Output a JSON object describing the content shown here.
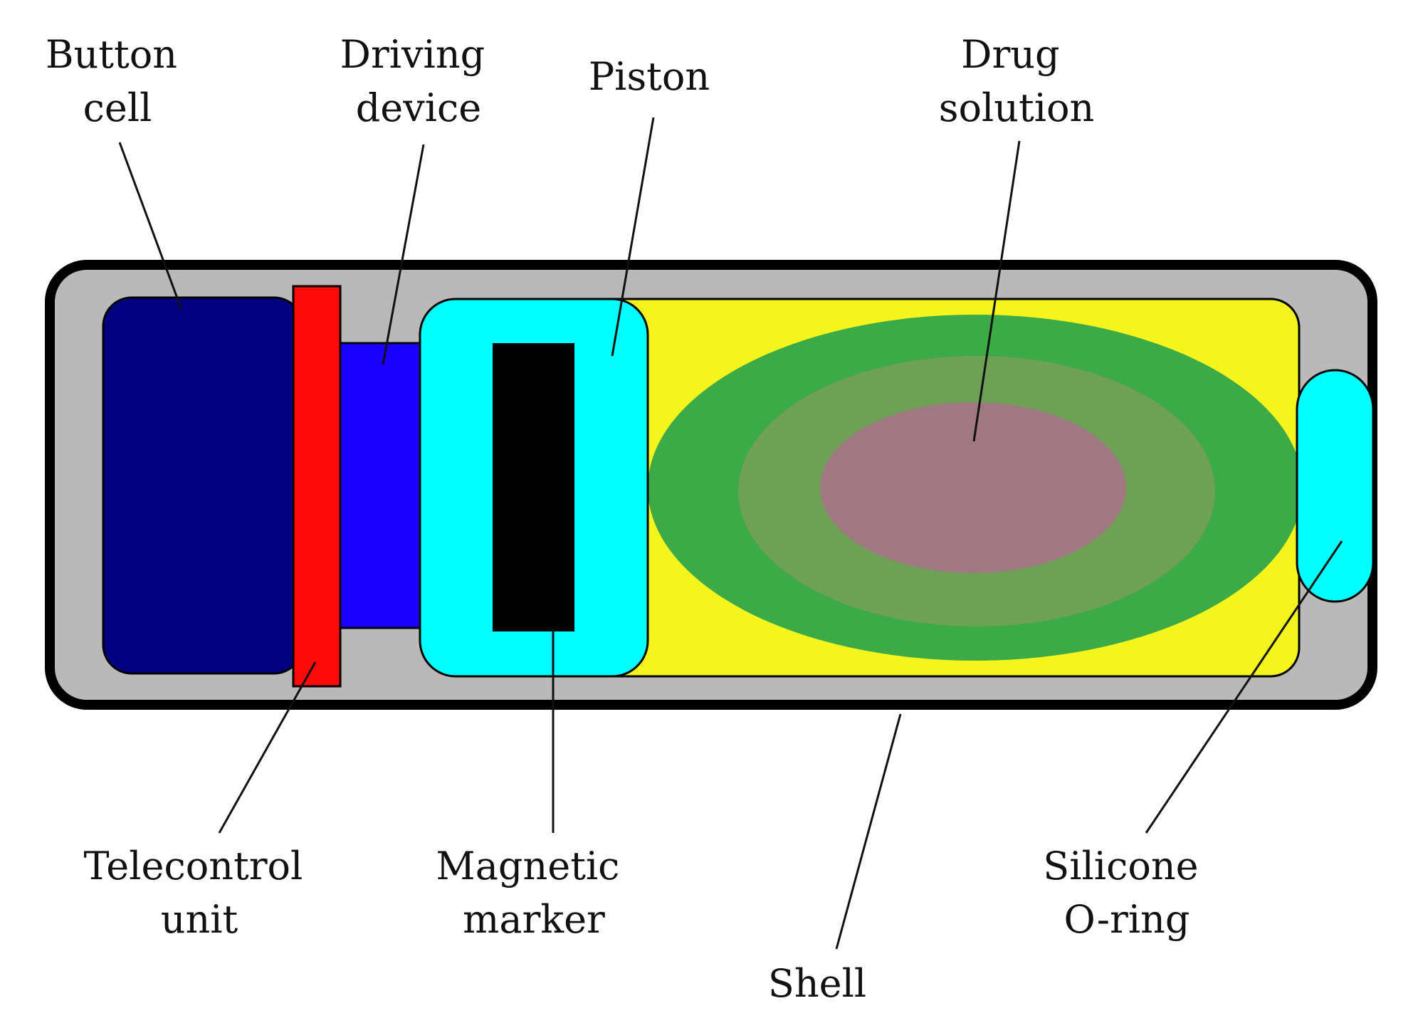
{
  "colors": {
    "background": "#ffffff",
    "shell_fill": "#b9b9b9",
    "shell_outline": "#000000",
    "button_cell": "#000080",
    "telecontrol_unit": "#ff0a0a",
    "driving_device": "#1a00ff",
    "piston": "#00ffff",
    "magnetic_marker": "#000000",
    "drug_chamber": "#f5f51e",
    "drug_solution_outer": "#3caa46",
    "drug_solution_middle": "#6ea055",
    "drug_solution_inner": "#a07882",
    "silicone_o_ring": "#00ffff"
  },
  "labels": {
    "button_cell": [
      "Button",
      "cell"
    ],
    "driving_device": [
      "Driving",
      "device"
    ],
    "piston": [
      "Piston"
    ],
    "drug_solution": [
      "Drug",
      "solution"
    ],
    "telecontrol_unit": [
      "Telecontrol",
      "unit"
    ],
    "magnetic_marker": [
      "Magnetic",
      "marker"
    ],
    "shell": [
      "Shell"
    ],
    "silicone_o_ring": [
      "Silicone",
      "O-ring"
    ]
  }
}
